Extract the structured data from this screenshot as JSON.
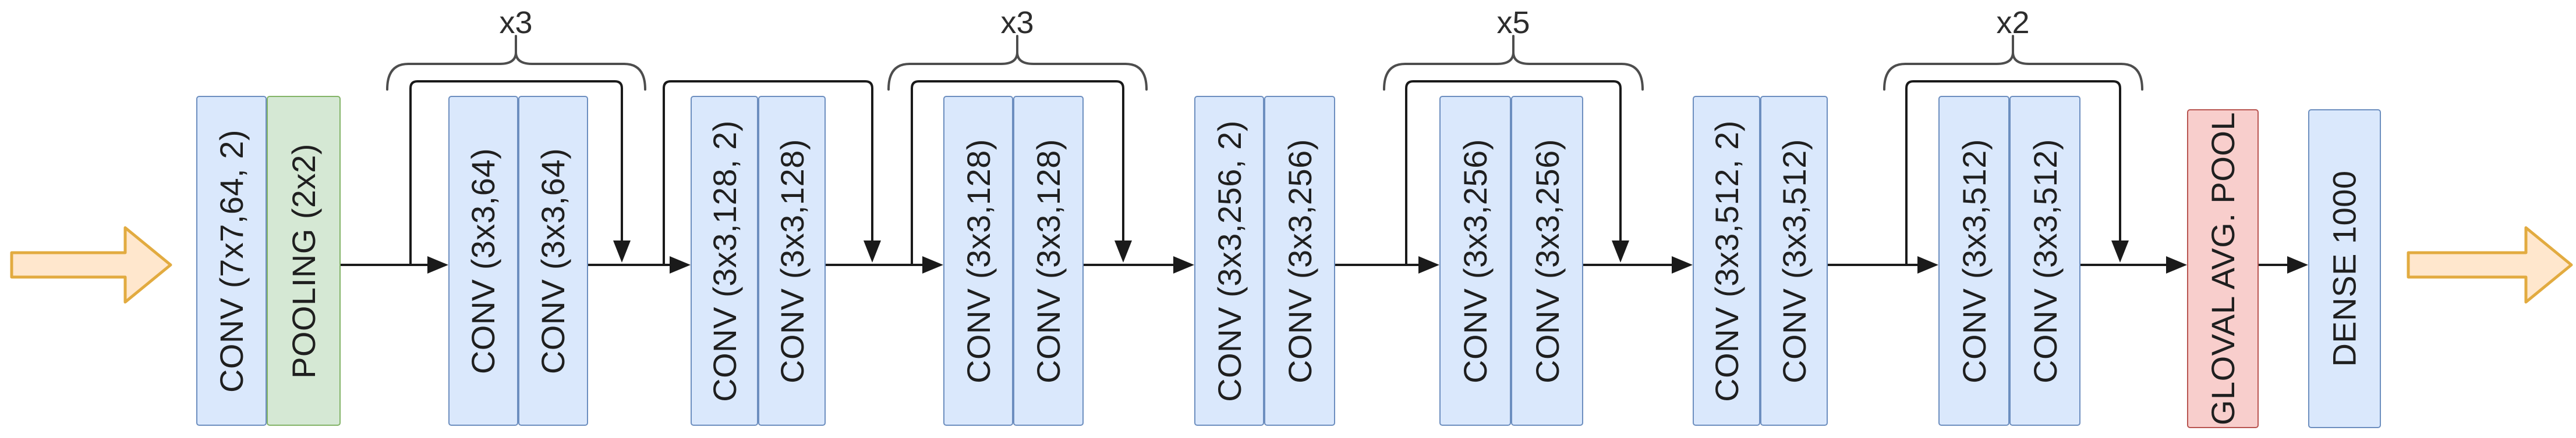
{
  "diagram": {
    "title": "CNN residual network architecture (ResNet-style)",
    "input_arrow": "input-flow",
    "output_arrow": "output-flow",
    "stages": [
      {
        "name": "stem",
        "cells": [
          {
            "label": "CONV (7x7,64, 2)"
          },
          {
            "label": "POOLING (2x2)"
          }
        ]
      },
      {
        "name": "res-block-64",
        "repeat": "x3",
        "skip": true,
        "cells": [
          {
            "label": "CONV (3x3,64)"
          },
          {
            "label": "CONV (3x3,64)"
          }
        ]
      },
      {
        "name": "res-block-128-downsample",
        "skip": true,
        "cells": [
          {
            "label": "CONV (3x3,128, 2)"
          },
          {
            "label": "CONV (3x3,128)"
          }
        ]
      },
      {
        "name": "res-block-128",
        "repeat": "x3",
        "skip": true,
        "cells": [
          {
            "label": "CONV (3x3,128)"
          },
          {
            "label": "CONV (3x3,128)"
          }
        ]
      },
      {
        "name": "res-block-256-downsample",
        "skip": false,
        "cells": [
          {
            "label": "CONV (3x3,256, 2)"
          },
          {
            "label": "CONV (3x3,256)"
          }
        ]
      },
      {
        "name": "res-block-256",
        "repeat": "x5",
        "skip": true,
        "cells": [
          {
            "label": "CONV (3x3,256)"
          },
          {
            "label": "CONV (3x3,256)"
          }
        ]
      },
      {
        "name": "res-block-512-downsample",
        "skip": false,
        "cells": [
          {
            "label": "CONV (3x3,512, 2)"
          },
          {
            "label": "CONV (3x3,512)"
          }
        ]
      },
      {
        "name": "res-block-512",
        "repeat": "x2",
        "skip": true,
        "cells": [
          {
            "label": "CONV (3x3,512)"
          },
          {
            "label": "CONV (3x3,512)"
          }
        ]
      },
      {
        "name": "global-average-pool",
        "cells": [
          {
            "label": "GLOVAL AVG. POOL"
          }
        ]
      },
      {
        "name": "dense-classifier",
        "cells": [
          {
            "label": "DENSE 1000"
          }
        ]
      }
    ],
    "colors": {
      "conv_fill": "#dae8fc",
      "conv_border": "#6c8ebf",
      "pool_fill": "#d5e8d4",
      "pool_border": "#82b366",
      "gap_fill": "#f8cecc",
      "gap_border": "#b85450",
      "io_arrow_fill": "#ffe7cd",
      "io_arrow_border": "#e2ab40",
      "wire": "#1a1a1a",
      "brace": "#4d4d4d"
    }
  }
}
